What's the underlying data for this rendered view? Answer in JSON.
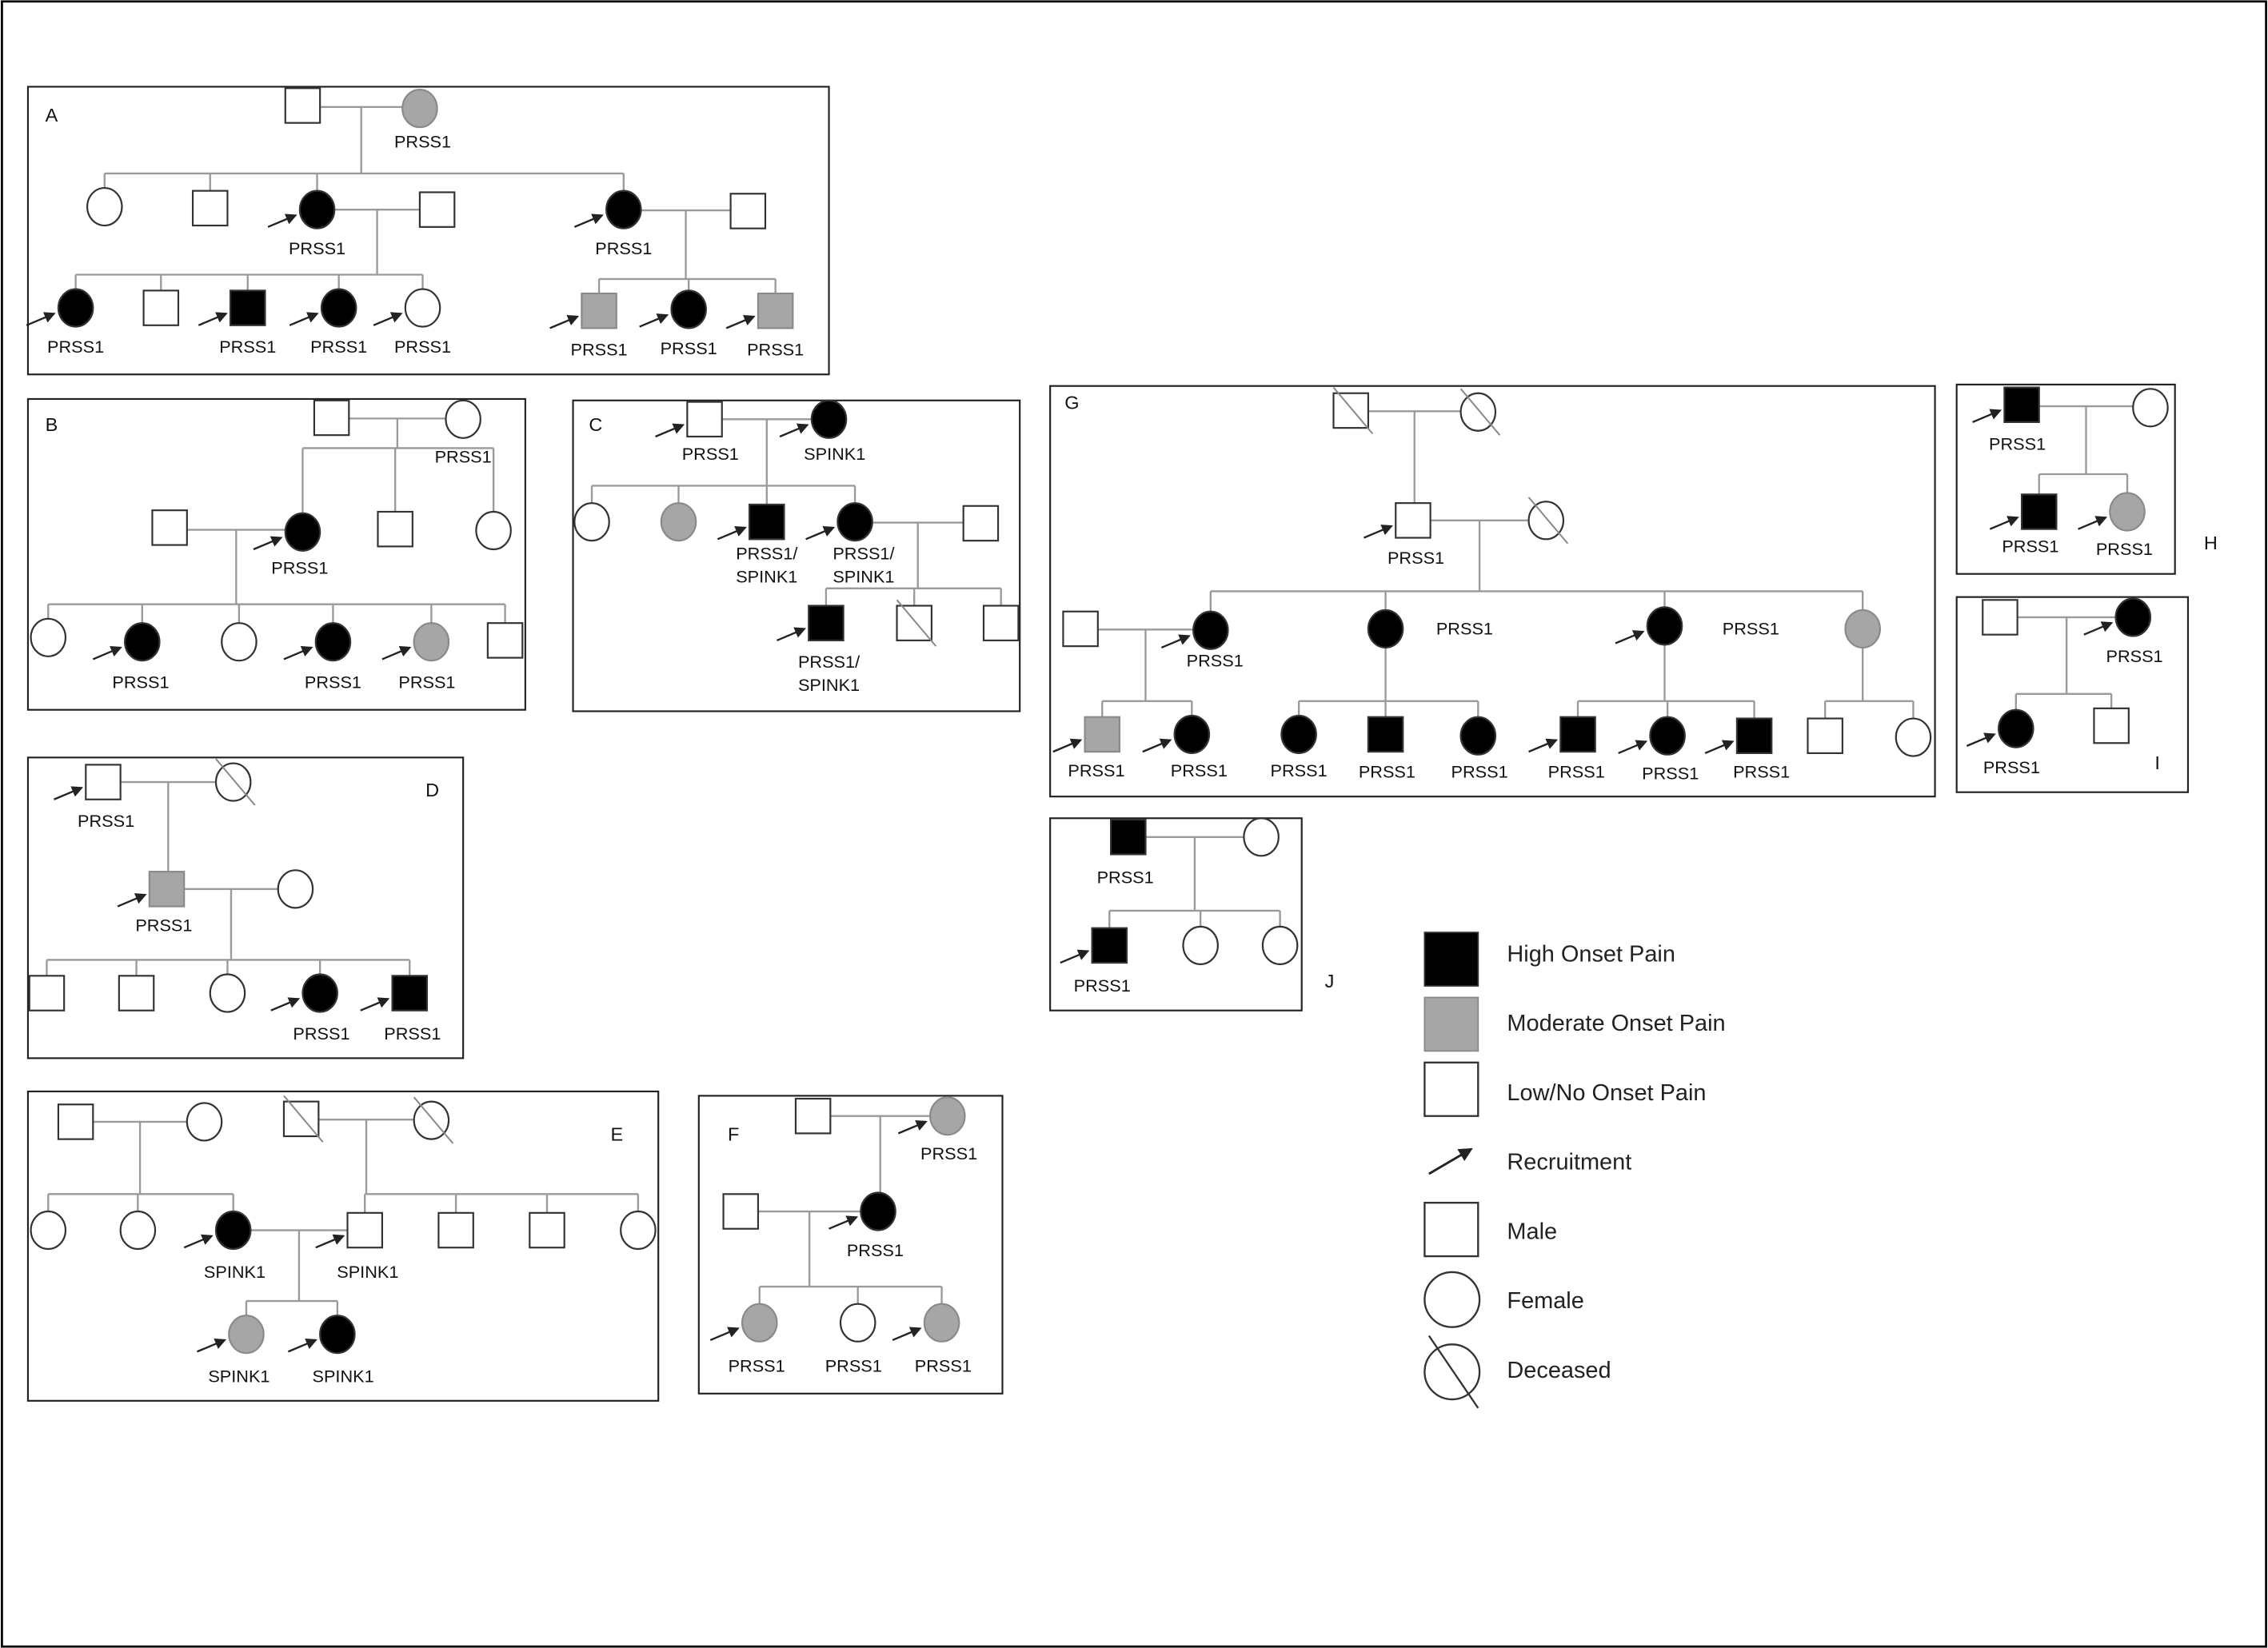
{
  "colors": {
    "high": "#000000",
    "moderate": "#a6a6a6",
    "low": "#ffffff",
    "line": "#9a9a9a",
    "stroke": "#333333"
  },
  "panels": [
    {
      "letter": "A",
      "individuals": [
        {
          "sex": "M",
          "status": "low"
        },
        {
          "sex": "F",
          "status": "moderate",
          "label": "PRSS1"
        },
        {
          "sex": "F",
          "status": "low"
        },
        {
          "sex": "M",
          "status": "low"
        },
        {
          "sex": "F",
          "status": "high",
          "proband": true,
          "label": "PRSS1"
        },
        {
          "sex": "M",
          "status": "low"
        },
        {
          "sex": "F",
          "status": "high",
          "proband": true,
          "label": "PRSS1"
        },
        {
          "sex": "M",
          "status": "low"
        },
        {
          "sex": "F",
          "status": "high",
          "proband": true,
          "label": "PRSS1"
        },
        {
          "sex": "M",
          "status": "low"
        },
        {
          "sex": "M",
          "status": "high",
          "proband": true,
          "label": "PRSS1"
        },
        {
          "sex": "F",
          "status": "high",
          "proband": true,
          "label": "PRSS1"
        },
        {
          "sex": "F",
          "status": "low",
          "proband": true,
          "label": "PRSS1"
        },
        {
          "sex": "M",
          "status": "moderate",
          "proband": true,
          "label": "PRSS1"
        },
        {
          "sex": "F",
          "status": "high",
          "proband": true,
          "label": "PRSS1"
        },
        {
          "sex": "M",
          "status": "moderate",
          "proband": true,
          "label": "PRSS1"
        }
      ]
    },
    {
      "letter": "B",
      "individuals": [
        {
          "sex": "M",
          "status": "low"
        },
        {
          "sex": "F",
          "status": "low",
          "label": "PRSS1"
        },
        {
          "sex": "M",
          "status": "low"
        },
        {
          "sex": "F",
          "status": "high",
          "proband": true,
          "label": "PRSS1"
        },
        {
          "sex": "M",
          "status": "low"
        },
        {
          "sex": "F",
          "status": "low"
        },
        {
          "sex": "F",
          "status": "low"
        },
        {
          "sex": "F",
          "status": "high",
          "proband": true,
          "label": "PRSS1"
        },
        {
          "sex": "F",
          "status": "low"
        },
        {
          "sex": "F",
          "status": "high",
          "proband": true,
          "label": "PRSS1"
        },
        {
          "sex": "F",
          "status": "moderate",
          "proband": true,
          "label": "PRSS1"
        },
        {
          "sex": "M",
          "status": "low"
        }
      ]
    },
    {
      "letter": "C",
      "individuals": [
        {
          "sex": "M",
          "status": "low",
          "proband": true,
          "label": "PRSS1"
        },
        {
          "sex": "F",
          "status": "high",
          "proband": true,
          "label": "SPINK1"
        },
        {
          "sex": "F",
          "status": "low"
        },
        {
          "sex": "F",
          "status": "moderate"
        },
        {
          "sex": "M",
          "status": "high",
          "proband": true,
          "label": "PRSS1/SPINK1"
        },
        {
          "sex": "F",
          "status": "high",
          "proband": true,
          "label": "PRSS1/SPINK1"
        },
        {
          "sex": "M",
          "status": "low"
        },
        {
          "sex": "M",
          "status": "high",
          "proband": true,
          "label": "PRSS1/SPINK1"
        },
        {
          "sex": "M",
          "status": "low",
          "deceased": true
        },
        {
          "sex": "M",
          "status": "low"
        }
      ]
    },
    {
      "letter": "D",
      "individuals": [
        {
          "sex": "M",
          "status": "low",
          "proband": true,
          "label": "PRSS1"
        },
        {
          "sex": "F",
          "status": "low",
          "deceased": true
        },
        {
          "sex": "M",
          "status": "moderate",
          "proband": true,
          "label": "PRSS1"
        },
        {
          "sex": "F",
          "status": "low"
        },
        {
          "sex": "M",
          "status": "low"
        },
        {
          "sex": "M",
          "status": "low"
        },
        {
          "sex": "F",
          "status": "low"
        },
        {
          "sex": "F",
          "status": "high",
          "proband": true,
          "label": "PRSS1"
        },
        {
          "sex": "M",
          "status": "high",
          "proband": true,
          "label": "PRSS1"
        }
      ]
    },
    {
      "letter": "E",
      "individuals": [
        {
          "sex": "M",
          "status": "low"
        },
        {
          "sex": "F",
          "status": "low"
        },
        {
          "sex": "M",
          "status": "low",
          "deceased": true
        },
        {
          "sex": "F",
          "status": "low",
          "deceased": true
        },
        {
          "sex": "F",
          "status": "low"
        },
        {
          "sex": "F",
          "status": "low"
        },
        {
          "sex": "F",
          "status": "high",
          "proband": true,
          "label": "SPINK1"
        },
        {
          "sex": "M",
          "status": "low",
          "proband": true,
          "label": "SPINK1"
        },
        {
          "sex": "M",
          "status": "low"
        },
        {
          "sex": "M",
          "status": "low"
        },
        {
          "sex": "F",
          "status": "low"
        },
        {
          "sex": "F",
          "status": "moderate",
          "proband": true,
          "label": "SPINK1"
        },
        {
          "sex": "F",
          "status": "high",
          "proband": true,
          "label": "SPINK1"
        }
      ]
    },
    {
      "letter": "F",
      "individuals": [
        {
          "sex": "M",
          "status": "low"
        },
        {
          "sex": "F",
          "status": "moderate",
          "proband": true,
          "label": "PRSS1"
        },
        {
          "sex": "M",
          "status": "low"
        },
        {
          "sex": "F",
          "status": "high",
          "proband": true,
          "label": "PRSS1"
        },
        {
          "sex": "F",
          "status": "moderate",
          "proband": true,
          "label": "PRSS1"
        },
        {
          "sex": "F",
          "status": "low",
          "label": "PRSS1"
        },
        {
          "sex": "F",
          "status": "moderate",
          "proband": true,
          "label": "PRSS1"
        }
      ]
    },
    {
      "letter": "G",
      "individuals": [
        {
          "sex": "M",
          "status": "low",
          "deceased": true
        },
        {
          "sex": "F",
          "status": "low",
          "deceased": true
        },
        {
          "sex": "M",
          "status": "low",
          "proband": true,
          "label": "PRSS1"
        },
        {
          "sex": "F",
          "status": "low",
          "deceased": true
        },
        {
          "sex": "M",
          "status": "low"
        },
        {
          "sex": "F",
          "status": "high",
          "proband": true,
          "label": "PRSS1"
        },
        {
          "sex": "F",
          "status": "high",
          "label": "PRSS1"
        },
        {
          "sex": "F",
          "status": "high",
          "proband": true,
          "label": "PRSS1"
        },
        {
          "sex": "F",
          "status": "moderate"
        },
        {
          "sex": "M",
          "status": "moderate",
          "proband": true,
          "label": "PRSS1"
        },
        {
          "sex": "F",
          "status": "high",
          "proband": true,
          "label": "PRSS1"
        },
        {
          "sex": "F",
          "status": "high",
          "label": "PRSS1"
        },
        {
          "sex": "M",
          "status": "high",
          "label": "PRSS1"
        },
        {
          "sex": "F",
          "status": "high",
          "label": "PRSS1"
        },
        {
          "sex": "M",
          "status": "high",
          "proband": true,
          "label": "PRSS1"
        },
        {
          "sex": "F",
          "status": "high",
          "proband": true,
          "label": "PRSS1"
        },
        {
          "sex": "M",
          "status": "high",
          "proband": true,
          "label": "PRSS1"
        },
        {
          "sex": "M",
          "status": "low"
        },
        {
          "sex": "F",
          "status": "low"
        }
      ]
    },
    {
      "letter": "H",
      "individuals": [
        {
          "sex": "M",
          "status": "high",
          "proband": true,
          "label": "PRSS1"
        },
        {
          "sex": "F",
          "status": "low"
        },
        {
          "sex": "M",
          "status": "high",
          "proband": true,
          "label": "PRSS1"
        },
        {
          "sex": "F",
          "status": "moderate",
          "proband": true,
          "label": "PRSS1"
        }
      ]
    },
    {
      "letter": "I",
      "individuals": [
        {
          "sex": "M",
          "status": "low"
        },
        {
          "sex": "F",
          "status": "high",
          "proband": true,
          "label": "PRSS1"
        },
        {
          "sex": "F",
          "status": "high",
          "proband": true,
          "label": "PRSS1"
        },
        {
          "sex": "M",
          "status": "low"
        }
      ]
    },
    {
      "letter": "J",
      "individuals": [
        {
          "sex": "M",
          "status": "high",
          "label": "PRSS1"
        },
        {
          "sex": "F",
          "status": "low"
        },
        {
          "sex": "M",
          "status": "high",
          "proband": true,
          "label": "PRSS1"
        },
        {
          "sex": "F",
          "status": "low"
        },
        {
          "sex": "F",
          "status": "low"
        }
      ]
    }
  ],
  "legend": {
    "high": "High Onset Pain",
    "moderate": "Moderate Onset Pain",
    "low": "Low/No Onset Pain",
    "recruitment": "Recruitment",
    "male": "Male",
    "female": "Female",
    "deceased": "Deceased"
  }
}
